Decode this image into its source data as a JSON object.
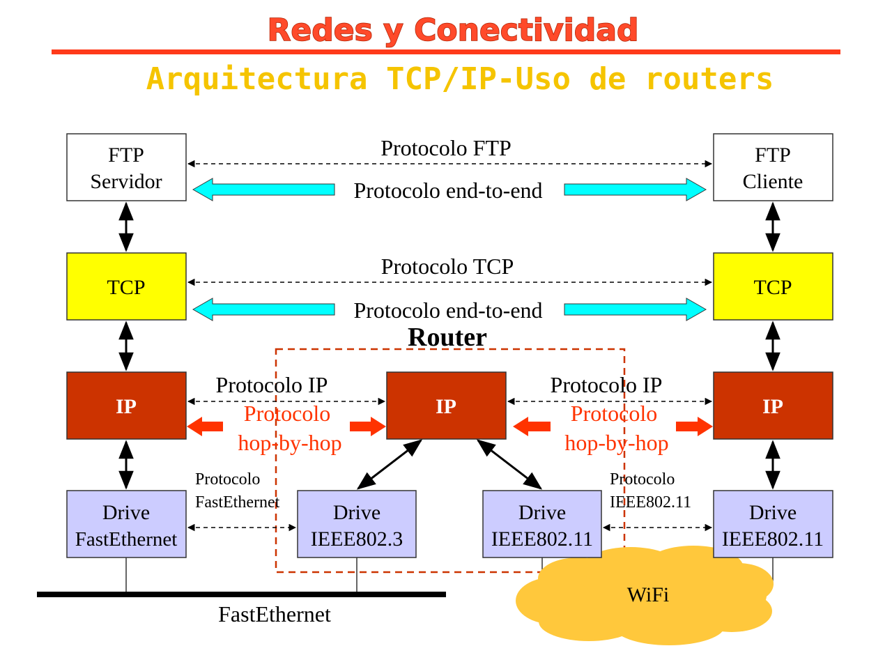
{
  "slide": {
    "title": "Redes y Conectividad",
    "subtitle": "Arquitectura TCP/IP-Uso de routers"
  },
  "colors": {
    "title_fill": "#ff4a2a",
    "title_rule": "#ff3a1a",
    "subtitle": "#f5c400",
    "box_border": "#333333",
    "tcp_fill": "#ffff00",
    "ip_fill": "#cc3300",
    "drive_fill": "#ccccff",
    "cyan_arrow": "#00ffff",
    "red_arrow": "#ff3300",
    "hop_text": "#ff3300",
    "router_dash": "#cc3300",
    "cloud_fill": "#ffc83c"
  },
  "boxes": {
    "ftp_server": {
      "line1": "FTP",
      "line2": "Servidor"
    },
    "ftp_client": {
      "line1": "FTP",
      "line2": "Cliente"
    },
    "tcp_left": "TCP",
    "tcp_right": "TCP",
    "ip_left": "IP",
    "ip_router": "IP",
    "ip_right": "IP",
    "drive_left": {
      "line1": "Drive",
      "line2": "FastEthernet"
    },
    "drive_router_1": {
      "line1": "Drive",
      "line2": "IEEE802.3"
    },
    "drive_router_2": {
      "line1": "Drive",
      "line2": "IEEE802.11"
    },
    "drive_right": {
      "line1": "Drive",
      "line2": "IEEE802.11"
    }
  },
  "labels": {
    "protocol_ftp": "Protocolo FTP",
    "end_to_end_app": "Protocolo end-to-end",
    "protocol_tcp": "Protocolo TCP",
    "end_to_end_transport": "Protocolo end-to-end",
    "router": "Router",
    "protocol_ip_left": "Protocolo IP",
    "protocol_ip_right": "Protocolo IP",
    "hop_left_1": "Protocolo",
    "hop_left_2": "hop-by-hop",
    "hop_right_1": "Protocolo",
    "hop_right_2": "hop-by-hop",
    "fe_protocol_1": "Protocolo",
    "fe_protocol_2": "FastEthernet",
    "wifi_protocol_1": "Protocolo",
    "wifi_protocol_2": "IEEE802.11",
    "fastethernet_bus": "FastEthernet",
    "wifi": "WiFi"
  }
}
